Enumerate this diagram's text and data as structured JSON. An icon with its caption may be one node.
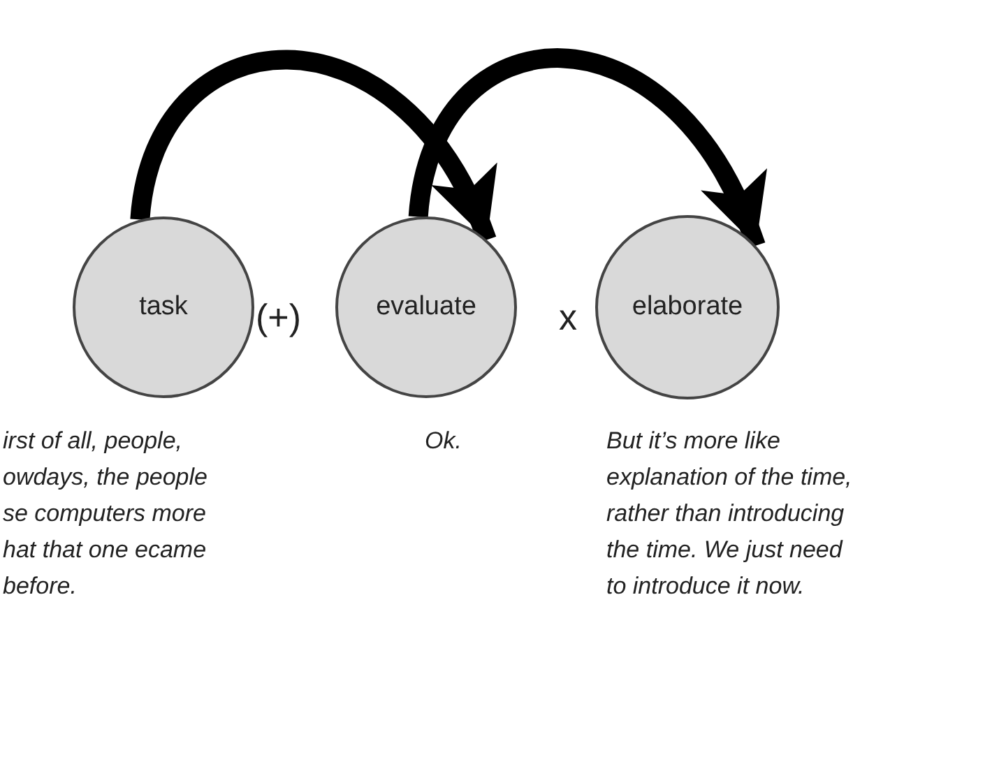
{
  "diagram": {
    "nodes": [
      {
        "text": [
          "task"
        ],
        "beside": [
          "irst of all, people, owdays, the people se computers more hat that one ecame before."
        ]
      },
      {
        "text": [
          "evaluate"
        ],
        "beside": [
          "Ok."
        ]
      },
      {
        "text": [
          "elaborate"
        ],
        "beside": [
          "But it’s more like explanation of the time, rather than introducing the time. We just need to introduce it now."
        ]
      }
    ],
    "edges": [
      {
        "from": 0,
        "to": 1,
        "arrow": "to"
      },
      {
        "from": 1,
        "to": 2,
        "arrow": "to"
      }
    ],
    "labels": [
      "(+)",
      "x"
    ]
  }
}
